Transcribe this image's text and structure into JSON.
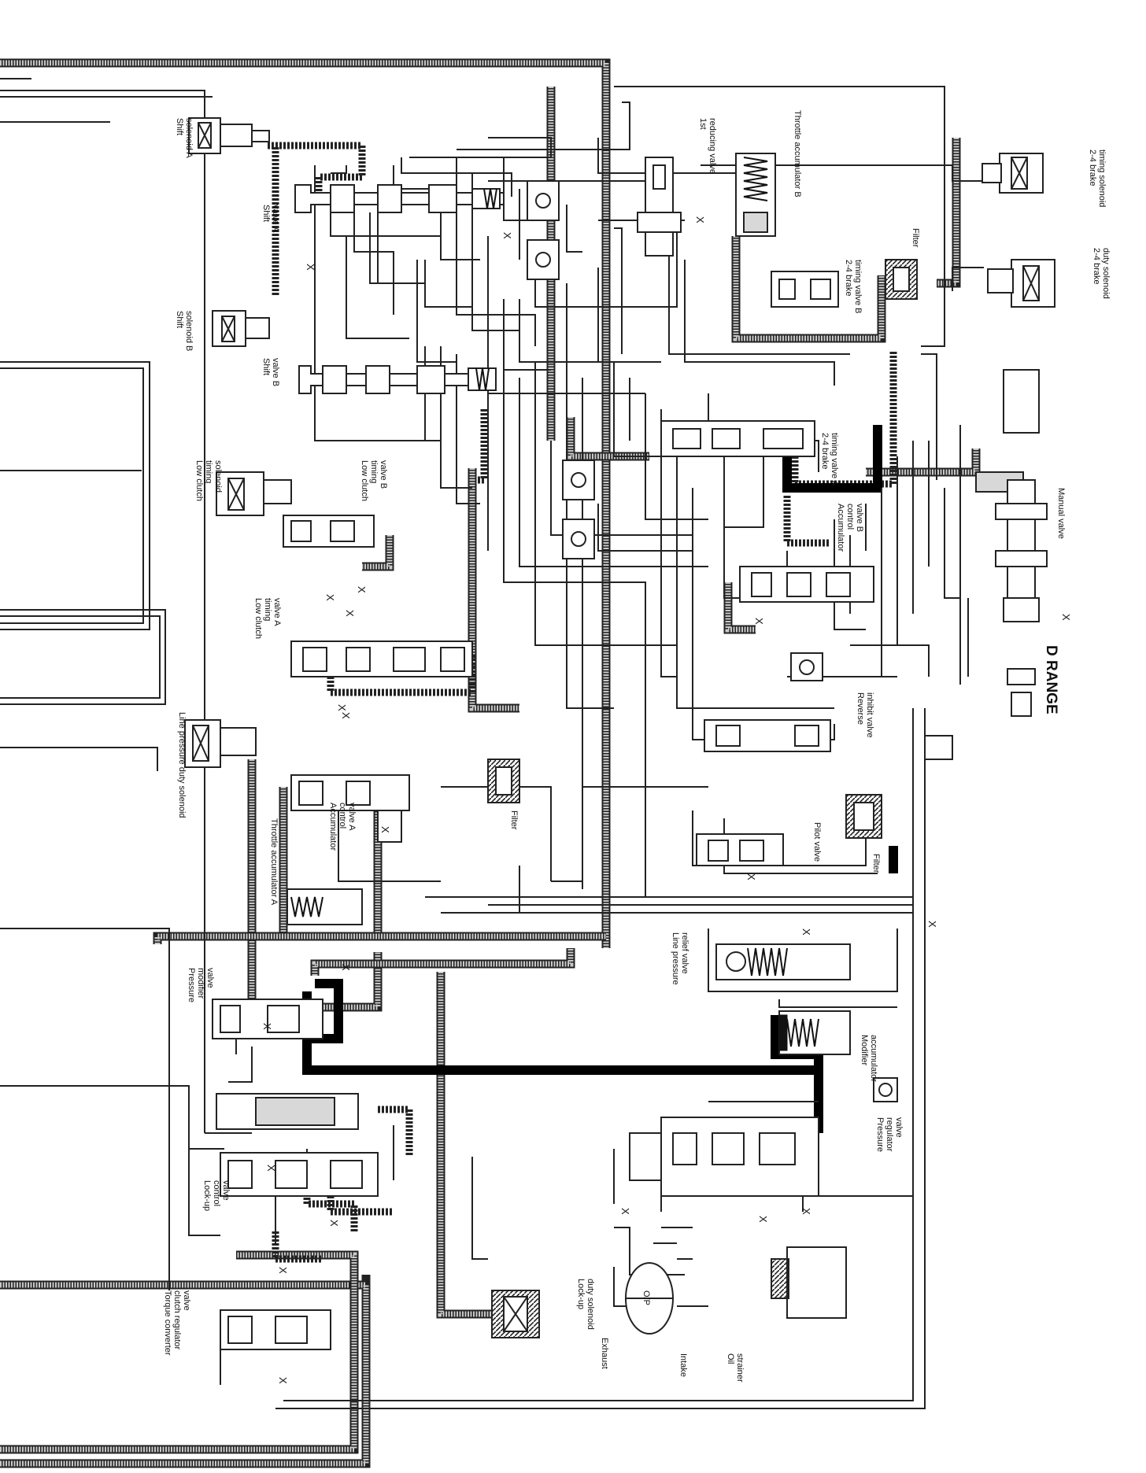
{
  "labels": {
    "shift_solenoid_a": [
      "Shift",
      "solenoid A"
    ],
    "shift_valve_a": [
      "Shift",
      "valve A"
    ],
    "shift_solenoid_b": [
      "Shift",
      "solenoid B"
    ],
    "shift_valve_b": [
      "Shift",
      "valve B"
    ],
    "first_reducing_valve": [
      "1st",
      "reducing valve"
    ],
    "throttle_accumulator_b": [
      "Throttle accumulator B"
    ],
    "brake_timing_solenoid": [
      "2-4 brake",
      "timing solenoid"
    ],
    "brake_duty_solenoid": [
      "2-4 brake",
      "duty solenoid"
    ],
    "filter_top": [
      "Filter"
    ],
    "brake_timing_valve_b": [
      "2-4 brake",
      "timing valve B"
    ],
    "brake_timing_valve_a": [
      "2-4 brake",
      "timing valve A"
    ],
    "low_clutch_timing_solenoid": [
      "Low clutch",
      "timing",
      "solenoid"
    ],
    "low_clutch_timing_valve_b": [
      "Low clutch",
      "timing",
      "valve B"
    ],
    "accumulator_control_valve_b": [
      "Accumulator",
      "control",
      "valve B"
    ],
    "manual_valve": [
      "Manual valve"
    ],
    "low_clutch_timing_valve_a": [
      "Low clutch",
      "timing",
      "valve A"
    ],
    "d_range": [
      "D RANGE"
    ],
    "line_pressure_duty_solenoid": [
      "Line pressure duty solenoid"
    ],
    "reverse_inhibit_valve": [
      "Reverse",
      "inhibit valve"
    ],
    "accumulator_control_valve_a": [
      "Accumulator",
      "control",
      "valve A"
    ],
    "filter_mid": [
      "Filter"
    ],
    "throttle_accumulator_a": [
      "Throttle accumulator A"
    ],
    "pilot_valve": [
      "Pilot valve"
    ],
    "filter_right": [
      "Filter"
    ],
    "pressure_modifier_valve": [
      "Pressure",
      "modifier",
      "valve"
    ],
    "line_pressure_relief_valve": [
      "Line pressure",
      "relief valve"
    ],
    "modifier_accumulator": [
      "Modifier",
      "accumulator"
    ],
    "pressure_regulator_valve": [
      "Pressure",
      "regulator",
      "valve"
    ],
    "lockup_control_valve": [
      "Lock-up",
      "control",
      "valve"
    ],
    "lockup_duty_solenoid": [
      "Lock-up",
      "duty solenoid"
    ],
    "torque_converter_clutch_regulator_valve": [
      "Torque converter",
      "clutch regulator",
      "valve"
    ],
    "exhaust": [
      "Exhaust"
    ],
    "intake": [
      "Intake"
    ],
    "oil_strainer": [
      "Oil",
      "strainer"
    ],
    "oil_pump": [
      "O/P"
    ],
    "exhaust_marker": "X"
  }
}
